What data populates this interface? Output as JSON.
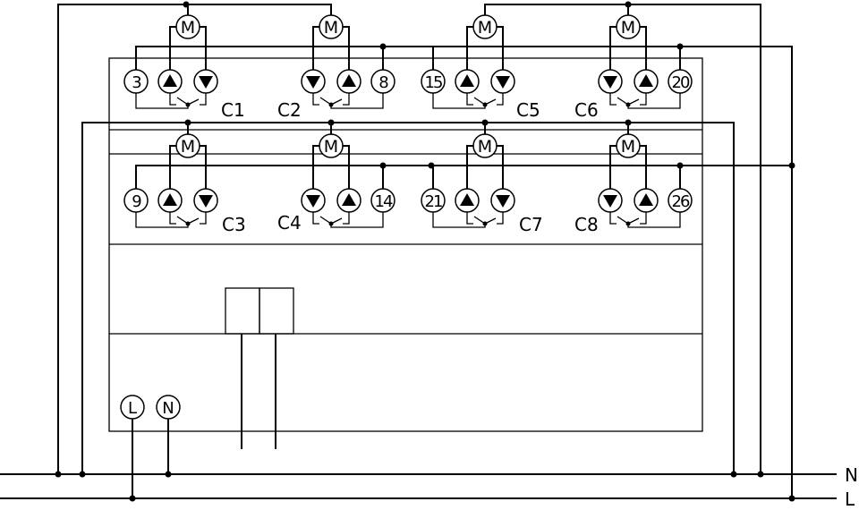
{
  "bus_labels": {
    "neutral": "N",
    "live": "L"
  },
  "motor_label": "M",
  "supply_terminals": {
    "live": "L",
    "neutral": "N"
  },
  "channels": [
    {
      "label": "C1",
      "common_terminal": "3",
      "orientation": "left"
    },
    {
      "label": "C2",
      "common_terminal": "8",
      "orientation": "right"
    },
    {
      "label": "C5",
      "common_terminal": "15",
      "orientation": "left"
    },
    {
      "label": "C6",
      "common_terminal": "20",
      "orientation": "right"
    },
    {
      "label": "C3",
      "common_terminal": "9",
      "orientation": "left"
    },
    {
      "label": "C4",
      "common_terminal": "14",
      "orientation": "right"
    },
    {
      "label": "C7",
      "common_terminal": "21",
      "orientation": "left"
    },
    {
      "label": "C8",
      "common_terminal": "26",
      "orientation": "right"
    }
  ]
}
